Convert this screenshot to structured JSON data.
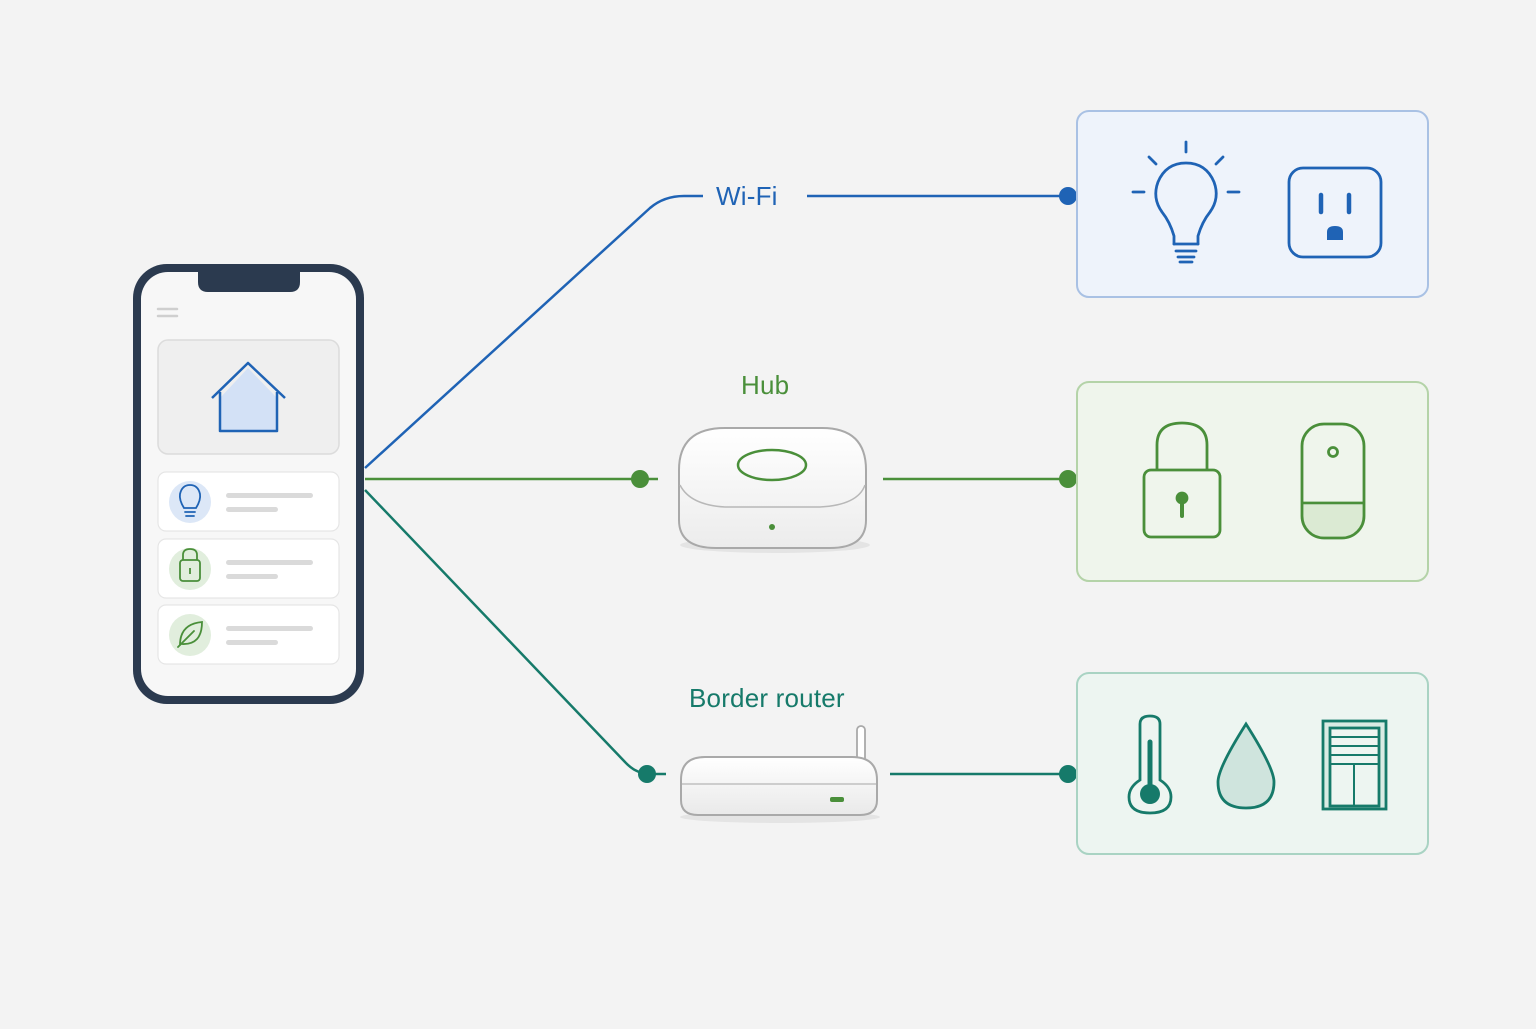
{
  "colors": {
    "background": "#f3f3f3",
    "wifi": "#1f63b5",
    "hub": "#4a8f3a",
    "thread": "#167a6a",
    "phone_frame": "#2b3a4f"
  },
  "labels": {
    "wifi": "Wi-Fi",
    "hub": "Hub",
    "border_router": "Border router"
  },
  "phone": {
    "header_icon": "menu-icon",
    "hero_icon": "home-icon",
    "list_icons": [
      "lightbulb-icon",
      "lock-icon",
      "leaf-icon"
    ]
  },
  "devices": {
    "wifi_group": [
      "lightbulb-icon",
      "power-outlet-icon"
    ],
    "hub_group": [
      "lock-icon",
      "motion-sensor-icon"
    ],
    "thread_group": [
      "thermometer-icon",
      "water-drop-icon",
      "window-blinds-icon"
    ]
  }
}
